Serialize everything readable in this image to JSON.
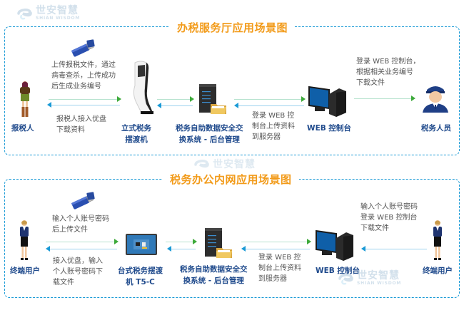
{
  "watermark": {
    "cn": "世安智慧",
    "en": "SHIAN WISDOM"
  },
  "colors": {
    "border": "#1a9ad6",
    "title": "#f29b1a",
    "label": "#1f4a8c",
    "text": "#555555",
    "arrow_right": "#3daa3a",
    "arrow_left": "#1a9ad6"
  },
  "section1": {
    "title": "办税服务厅应用场景图",
    "nodes": {
      "taxpayer": "报税人",
      "kiosk": [
        "立式税务",
        "摆渡机"
      ],
      "server": [
        "税务自助数据安全交",
        "换系统 - 后台管理"
      ],
      "web": "WEB 控制台",
      "officer": "税务人员"
    },
    "descs": {
      "upload": [
        "上传报税文件，通过",
        "病毒查杀，上传成功",
        "后生成业务编号"
      ],
      "download": [
        "报税人接入优盘",
        "下载资料"
      ],
      "web_upload": [
        "登录 WEB 控",
        "制台上传资料",
        "到服务器"
      ],
      "officer_download": [
        "登录 WEB 控制台，",
        "根据相关业务编号",
        "下载文件"
      ]
    }
  },
  "section2": {
    "title": "税务办公内网应用场景图",
    "nodes": {
      "user_left": "终端用户",
      "desktop": [
        "台式税务摆渡",
        "机 T5-C"
      ],
      "server": [
        "税务自助数据安全交",
        "换系统 - 后台管理"
      ],
      "web": "WEB 控制台",
      "user_right": "终端用户"
    },
    "descs": {
      "upload": [
        "输入个人账号密码",
        "后上传文件"
      ],
      "download": [
        "接入优盘，输入",
        "个人账号密码下",
        "载文件"
      ],
      "web_upload": [
        "登录 WEB 控",
        "制台上传资料",
        "到服务器"
      ],
      "user_download": [
        "输入个人账号密码",
        "登录 WEB 控制台",
        "下载文件"
      ]
    }
  }
}
